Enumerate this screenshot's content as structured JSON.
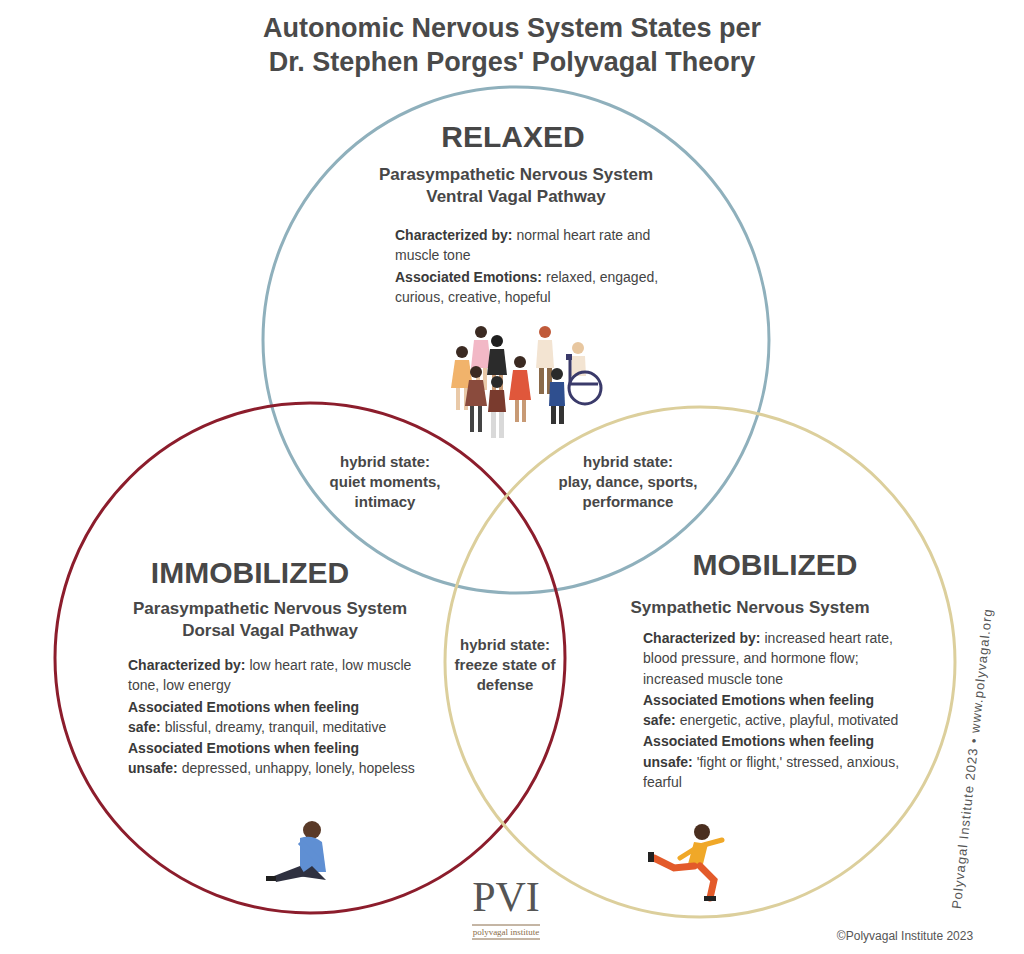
{
  "diagram": {
    "title": "Autonomic Nervous System States per Dr. Stephen Porges' Polyvagal Theory",
    "nodes": [
      {
        "text": [
          "RELAXED",
          "Parasympathetic Nervous System Ventral Vagal Pathway",
          "Characterized by:",
          "normal heart rate and muscle tone",
          "Associated Emotions:",
          "relaxed, engaged, curious, creative, hopeful"
        ]
      },
      {
        "text": [
          "IMMOBILIZED",
          "Parasympathetic Nervous System Dorsal Vagal Pathway",
          "Characterized by:",
          "low heart rate, low muscle tone, low energy",
          "Associated Emotions when feeling safe:",
          "blissful, dreamy, tranquil, meditative",
          "Associated Emotions when feeling unsafe:",
          "depressed, unhappy, lonely, hopeless"
        ]
      },
      {
        "text": [
          "MOBILIZED",
          "Sympathetic Nervous System",
          "Characterized by:",
          "increased heart rate, blood pressure, and hormone flow; increased muscle tone",
          "Associated Emotions when feeling safe:",
          "energetic, active, playful, motivated",
          "Associated Emotions when feeling unsafe:",
          "'fight or flight,' stressed, anxious, fearful"
        ]
      }
    ],
    "labels": [
      "hybrid state:",
      "quiet moments, intimacy",
      "hybrid state:",
      "play, dance, sports, performance",
      "hybrid state:",
      "freeze state of defense",
      "PVI",
      "polyvagal institute",
      "Polyvagal Institute 2023 • www.polyvagal.org",
      "©Polyvagal Institute 2023"
    ]
  }
}
